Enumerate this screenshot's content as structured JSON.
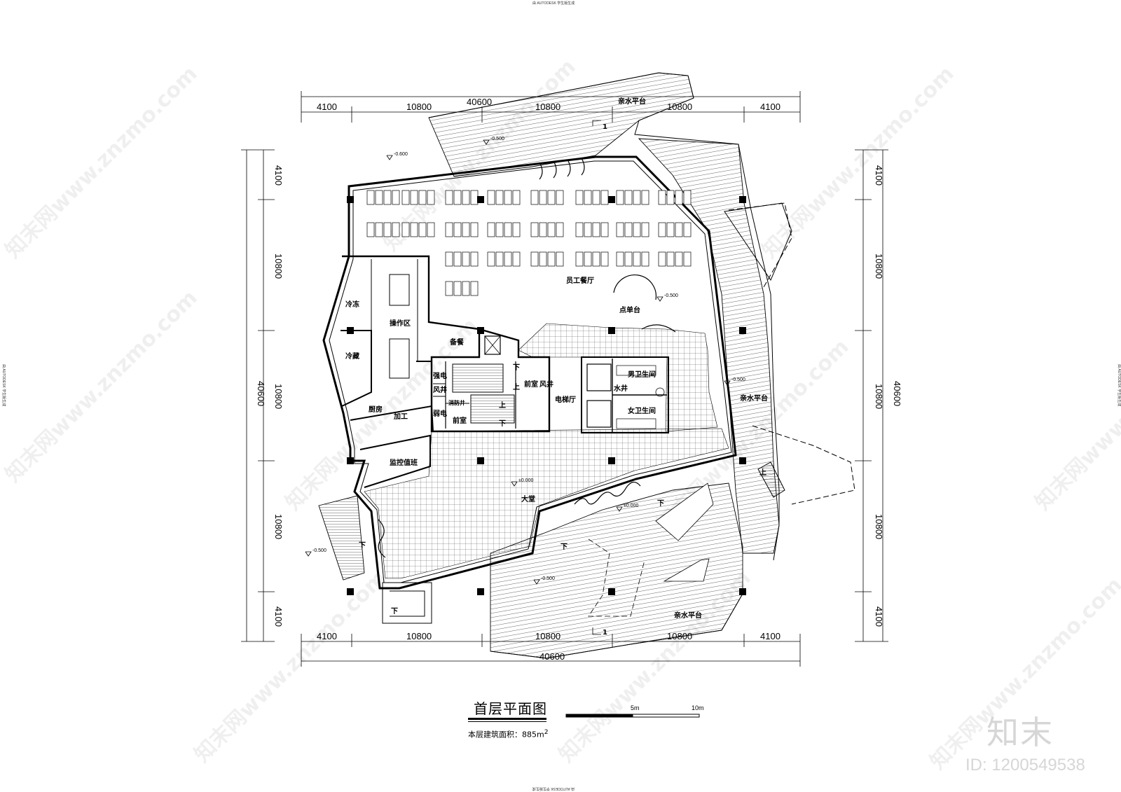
{
  "drawing": {
    "title": "首层平面图",
    "area_label": "本层建筑面积：885m",
    "area_sup": "2",
    "scale": {
      "label_5m": "5m",
      "label_10m": "10m"
    },
    "autodesk_note": "由 AUTODESK 学生版生成"
  },
  "dimensions": {
    "top_segments": [
      "4100",
      "10800",
      "10800",
      "10800",
      "4100"
    ],
    "top_total": "40600",
    "bottom_segments": [
      "4100",
      "10800",
      "10800",
      "10800",
      "4100"
    ],
    "bottom_total": "40600",
    "left_segments": [
      "4100",
      "10800",
      "10800",
      "10800",
      "4100"
    ],
    "left_total": "40600",
    "right_segments": [
      "4100",
      "10800",
      "10800",
      "10800",
      "4100"
    ],
    "right_total": "40600"
  },
  "rooms": {
    "staff_canteen": "员工餐厅",
    "buffet_counter": "点单台",
    "operation_area": "操作区",
    "cold_storage_1": "冷冻",
    "cold_storage_2": "冷藏",
    "kitchen": "厨房",
    "processing": "加工",
    "prep_meal": "备餐",
    "monitoring": "监控值班",
    "strong_power": "强电",
    "weak_power": "弱电",
    "air_shaft": "风井",
    "fire_shaft": "消防井",
    "antechamber_1": "前室",
    "antechamber_2": "前室",
    "air_shaft_2": "风井",
    "elevator_hall": "电梯厅",
    "mens_wc": "男卫生间",
    "womens_wc": "女卫生间",
    "water_shaft": "水井",
    "lobby": "大堂",
    "waterfront_platform_1": "亲水平台",
    "waterfront_platform_2": "亲水平台",
    "waterfront_platform_3": "亲水平台",
    "up": "上",
    "down": "下"
  },
  "levels": {
    "l1": "-0.600",
    "l2": "-0.500",
    "l3": "-0.500",
    "l4": "-0.500",
    "l5": "±0.000",
    "l6": "±0.000",
    "l7": "-0.500",
    "l8": "-0.500"
  },
  "section_mark": "1",
  "watermark": {
    "site": "知末网www.znzmo.com",
    "logo": "知末",
    "id": "ID: 1200549538"
  }
}
